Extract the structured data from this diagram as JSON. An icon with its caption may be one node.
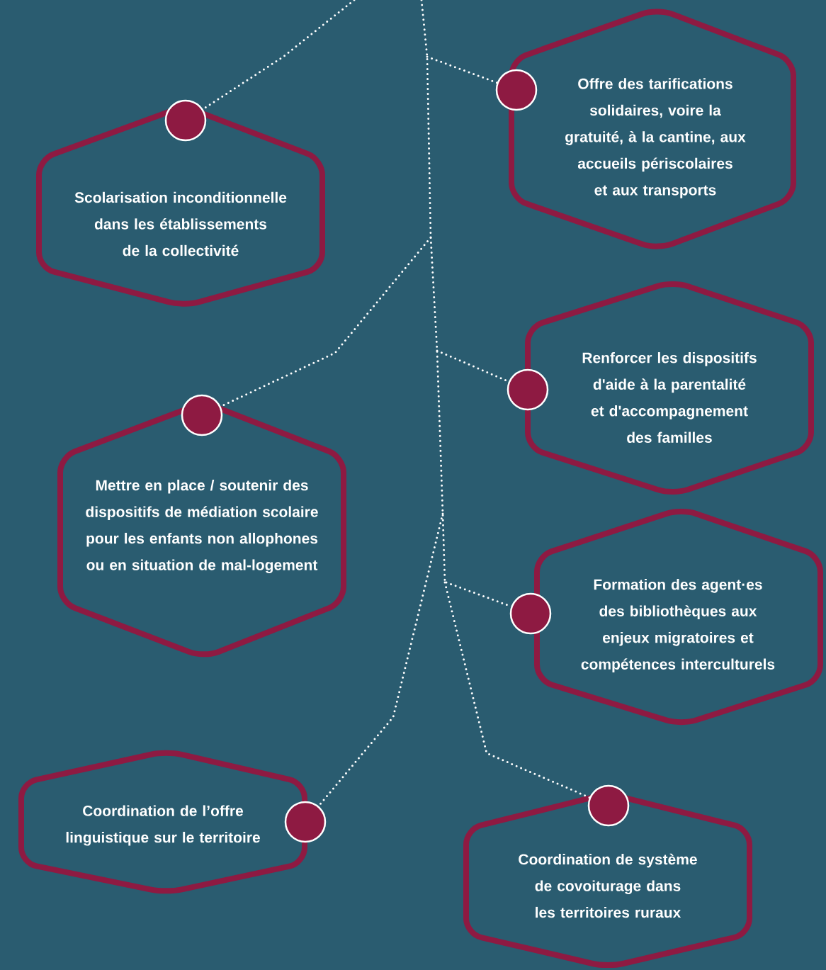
{
  "diagram": {
    "nodes": [
      {
        "text": [
          "Offre des tarifications solidaires, voire la gratuité, à la cantine, aux accueils périscolaires et aux transports"
        ]
      },
      {
        "text": [],
        "shape": "circle"
      },
      {
        "text": [
          "Scolarisation inconditionnelle dans les établissements de la collectivité"
        ]
      },
      {
        "text": [],
        "shape": "circle"
      },
      {
        "text": [
          "Renforcer les dispositifs d'aide à la parentalité et d'accompagnement des familles"
        ]
      },
      {
        "text": [],
        "shape": "circle"
      },
      {
        "text": [
          "Mettre en place / soutenir des dispositifs de médiation scolaire pour les enfants non allophones ou en situation de mal-logement"
        ]
      },
      {
        "text": [],
        "shape": "circle"
      },
      {
        "text": [
          "Formation des agent·es des bibliothèques aux enjeux migratoires et compétences interculturels"
        ]
      },
      {
        "text": [],
        "shape": "circle"
      },
      {
        "text": [
          "Coordination de l’offre linguistique sur le territoire"
        ]
      },
      {
        "text": [],
        "shape": "circle"
      },
      {
        "text": [
          "Coordination de système de covoiturage dans les territoires ruraux"
        ]
      },
      {
        "text": [],
        "shape": "circle"
      }
    ],
    "edges": [
      {
        "from": null,
        "to": 3,
        "arrow": "none"
      },
      {
        "from": null,
        "to": 1,
        "arrow": "none"
      },
      {
        "from": null,
        "to": 7,
        "arrow": "none"
      },
      {
        "from": null,
        "to": 5,
        "arrow": "none"
      },
      {
        "from": null,
        "to": 11,
        "arrow": "none"
      },
      {
        "from": null,
        "to": 9,
        "arrow": "none"
      },
      {
        "from": null,
        "to": 13,
        "arrow": "none"
      }
    ]
  }
}
